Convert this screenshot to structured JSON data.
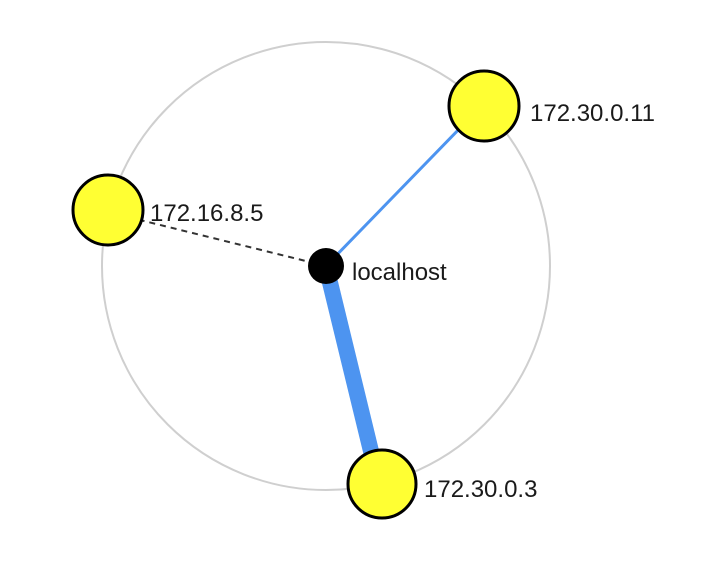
{
  "graph": {
    "center": {
      "label": "localhost"
    },
    "peers": [
      {
        "label": "172.30.0.11",
        "link": "solid-thin"
      },
      {
        "label": "172.16.8.5",
        "link": "dashed"
      },
      {
        "label": "172.30.0.3",
        "link": "solid-thick"
      }
    ]
  },
  "colors": {
    "ring": "#cfcfcf",
    "center_node": "#000000",
    "peer_node": "#ffff33",
    "peer_stroke": "#000000",
    "link_solid": "#4d94f0",
    "link_dashed": "#333333"
  }
}
